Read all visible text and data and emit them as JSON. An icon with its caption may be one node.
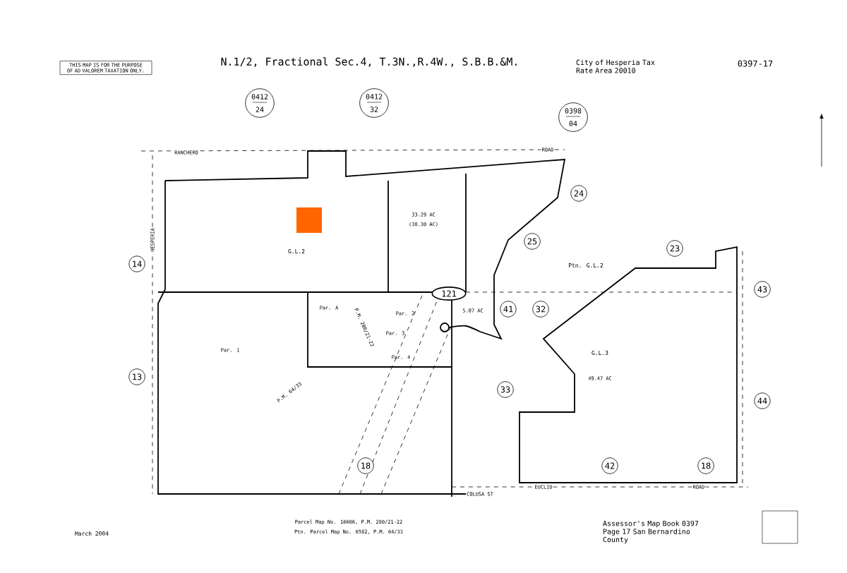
{
  "diagram": {
    "title": "N.1/2, Fractional Sec.4, T.3N.,R.4W., S.B.B.&M.",
    "nodes": [
      {
        "text": [
          "0412",
          "24"
        ]
      },
      {
        "text": [
          "0412",
          "32"
        ]
      },
      {
        "text": [
          "0398",
          "04"
        ]
      },
      {
        "text": [
          "14"
        ]
      },
      {
        "text": [
          "13"
        ]
      },
      {
        "text": [
          "24"
        ]
      },
      {
        "text": [
          "25"
        ]
      },
      {
        "text": [
          "23"
        ]
      },
      {
        "text": [
          "43"
        ]
      },
      {
        "text": [
          "41"
        ]
      },
      {
        "text": [
          "32"
        ]
      },
      {
        "text": [
          "33"
        ]
      },
      {
        "text": [
          "44"
        ]
      },
      {
        "text": [
          "18"
        ]
      },
      {
        "text": [
          "42"
        ]
      },
      {
        "text": [
          "18"
        ]
      },
      {
        "text": [
          "121"
        ]
      }
    ],
    "edges": [],
    "labels": [
      "THIS MAP IS FOR THE PURPOSE OF AD VALOREM TAXATION ONLY.",
      "City of Hesperia Tax Rate Area 20010",
      "0397-17",
      "RANCHERO",
      "ROAD",
      "HESPERIA",
      "G.L.2",
      "33.29 AC",
      "(38.30 AC)",
      "Par. A",
      "Par. 1",
      "Par. 2",
      "Par. 3",
      "Par. 4",
      "P.M. 280/21-22",
      "P.M. 64/33",
      "5.07 AC",
      "Ptn. G.L.2",
      "G.L.3",
      "49.47 AC",
      "COLUSA ST",
      "EUCLID",
      "ROAD",
      "March 2004",
      "Parcel Map No. 16606, P.M. 280/21-22",
      "Ptn. Parcel Map No. 6582, P.M. 64/33",
      "Assessor's Map Book 0397 Page 17 San Bernardino County"
    ]
  }
}
